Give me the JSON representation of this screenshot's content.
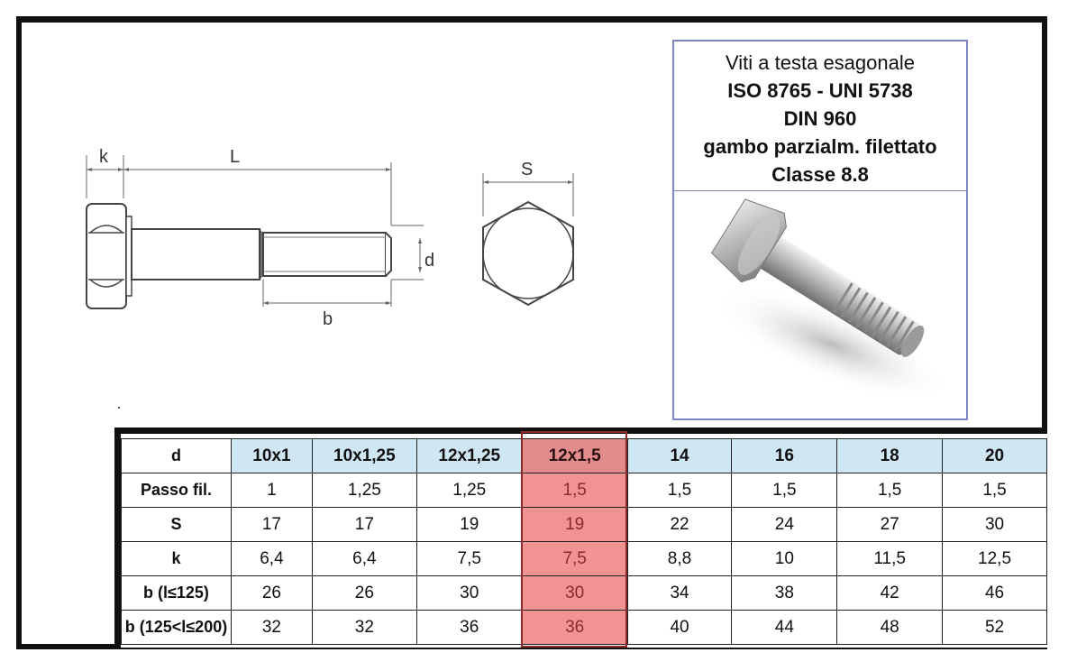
{
  "drawing": {
    "label_k": "k",
    "label_L": "L",
    "label_S": "S",
    "label_d": "d",
    "label_b": "b"
  },
  "title": {
    "line1": "Viti a testa esagonale",
    "line2": "ISO 8765 - UNI 5738",
    "line3": "DIN 960",
    "line4": "gambo parzialm. filettato",
    "line5": "Classe 8.8"
  },
  "table": {
    "highlight_column": 3,
    "highlight_color": "#f29393",
    "header_color": "#cfe6f3",
    "rows": [
      {
        "label": "d",
        "cells": [
          "10x1",
          "10x1,25",
          "12x1,25",
          "12x1,5",
          "14",
          "16",
          "18",
          "20"
        ]
      },
      {
        "label": "Passo fil.",
        "cells": [
          "1",
          "1,25",
          "1,25",
          "1,5",
          "1,5",
          "1,5",
          "1,5",
          "1,5"
        ]
      },
      {
        "label": "S",
        "cells": [
          "17",
          "17",
          "19",
          "19",
          "22",
          "24",
          "27",
          "30"
        ]
      },
      {
        "label": "k",
        "cells": [
          "6,4",
          "6,4",
          "7,5",
          "7,5",
          "8,8",
          "10",
          "11,5",
          "12,5"
        ]
      },
      {
        "label": "b (l≤125)",
        "cells": [
          "26",
          "26",
          "30",
          "30",
          "34",
          "38",
          "42",
          "46"
        ]
      },
      {
        "label": "b (125<l≤200)",
        "cells": [
          "32",
          "32",
          "36",
          "36",
          "40",
          "44",
          "48",
          "52"
        ]
      }
    ]
  }
}
